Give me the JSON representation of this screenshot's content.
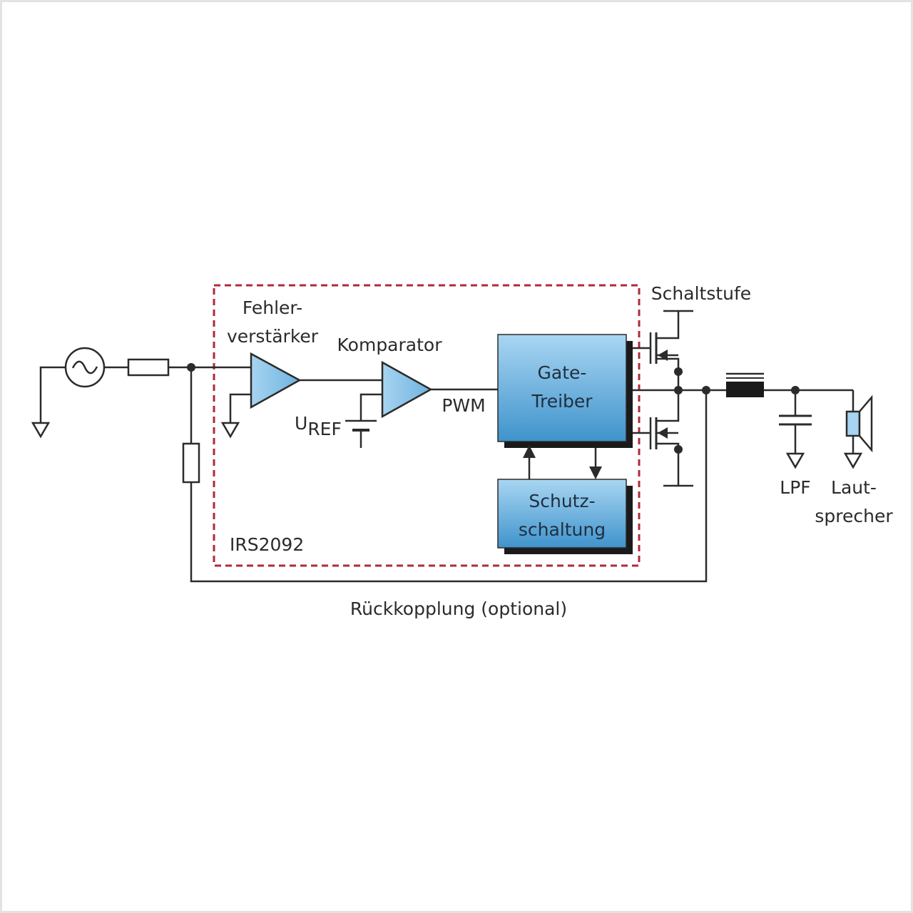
{
  "labels": {
    "error_amp_line1": "Fehler-",
    "error_amp_line2": "verstärker",
    "comparator": "Komparator",
    "uref_main": "U",
    "uref_sub": "REF",
    "pwm": "PWM",
    "gate_driver_line1": "Gate-",
    "gate_driver_line2": "Treiber",
    "protection_line1": "Schutz-",
    "protection_line2": "schaltung",
    "chip": "IRS2092",
    "switch_stage": "Schaltstufe",
    "lpf": "LPF",
    "speaker_line1": "Laut-",
    "speaker_line2": "sprecher",
    "feedback": "Rückkopplung (optional)"
  },
  "colors": {
    "wire": "#2b2b2b",
    "block_fill": "#8cc6ea",
    "block_fill_dark": "#4f9fd2",
    "block_shadow": "#1a1a1a",
    "chip_outline": "#b02a3a",
    "amp_fill": "#9fcfee"
  }
}
